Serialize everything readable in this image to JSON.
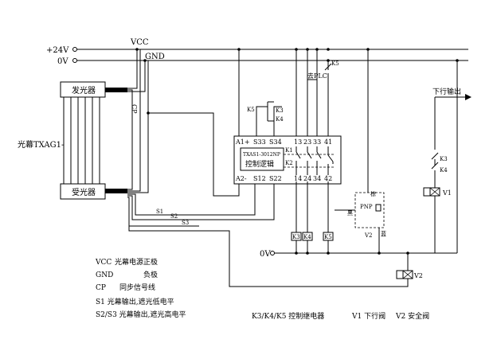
{
  "rails": {
    "plus24v": "+24V",
    "zero_v_top": "0V",
    "zero_v_bottom": "0V",
    "vcc": "VCC",
    "gnd": "GND"
  },
  "curtain": {
    "name": "光幕TXAG1-",
    "emitter": "发光器",
    "receiver": "受光器",
    "cp": "CP",
    "s1": "S1",
    "s2": "S2",
    "s3": "S3"
  },
  "controller": {
    "model": "TXAS1-3012NP",
    "logic": "控制逻辑",
    "terms_top": [
      "A1+",
      "S33",
      "S34",
      "13",
      "23",
      "33",
      "41"
    ],
    "terms_bottom": [
      "A2-",
      "S12",
      "S22",
      "14",
      "24",
      "34",
      "42"
    ],
    "k1": "K1",
    "k2": "K2"
  },
  "relays": {
    "k3": "K3",
    "k4": "K4",
    "k5": "K5",
    "to_plc": "去PLC",
    "k3_coil": "K3",
    "k4_coil": "K4",
    "k5_coil": "K5"
  },
  "sensor": {
    "pnp": "PNP",
    "brown": "棕",
    "black": "黑",
    "blue": "蓝",
    "v2": "V2"
  },
  "valves": {
    "down_output": "下行输出",
    "v1": "V1",
    "v2": "V2"
  },
  "legend": {
    "vcc_code": "VCC",
    "vcc_desc": "光幕电源正极",
    "gnd_code": "GND",
    "gnd_desc": "负极",
    "cp_code": "CP",
    "cp_desc": "同步信号线",
    "s1": "S1  光幕输出,遮光低电平",
    "s23": "S2/S3 光幕输出,遮光高电平",
    "relays": "K3/K4/K5 控制继电器",
    "v1": "V1  下行阀",
    "v2": "V2  安全阀"
  }
}
